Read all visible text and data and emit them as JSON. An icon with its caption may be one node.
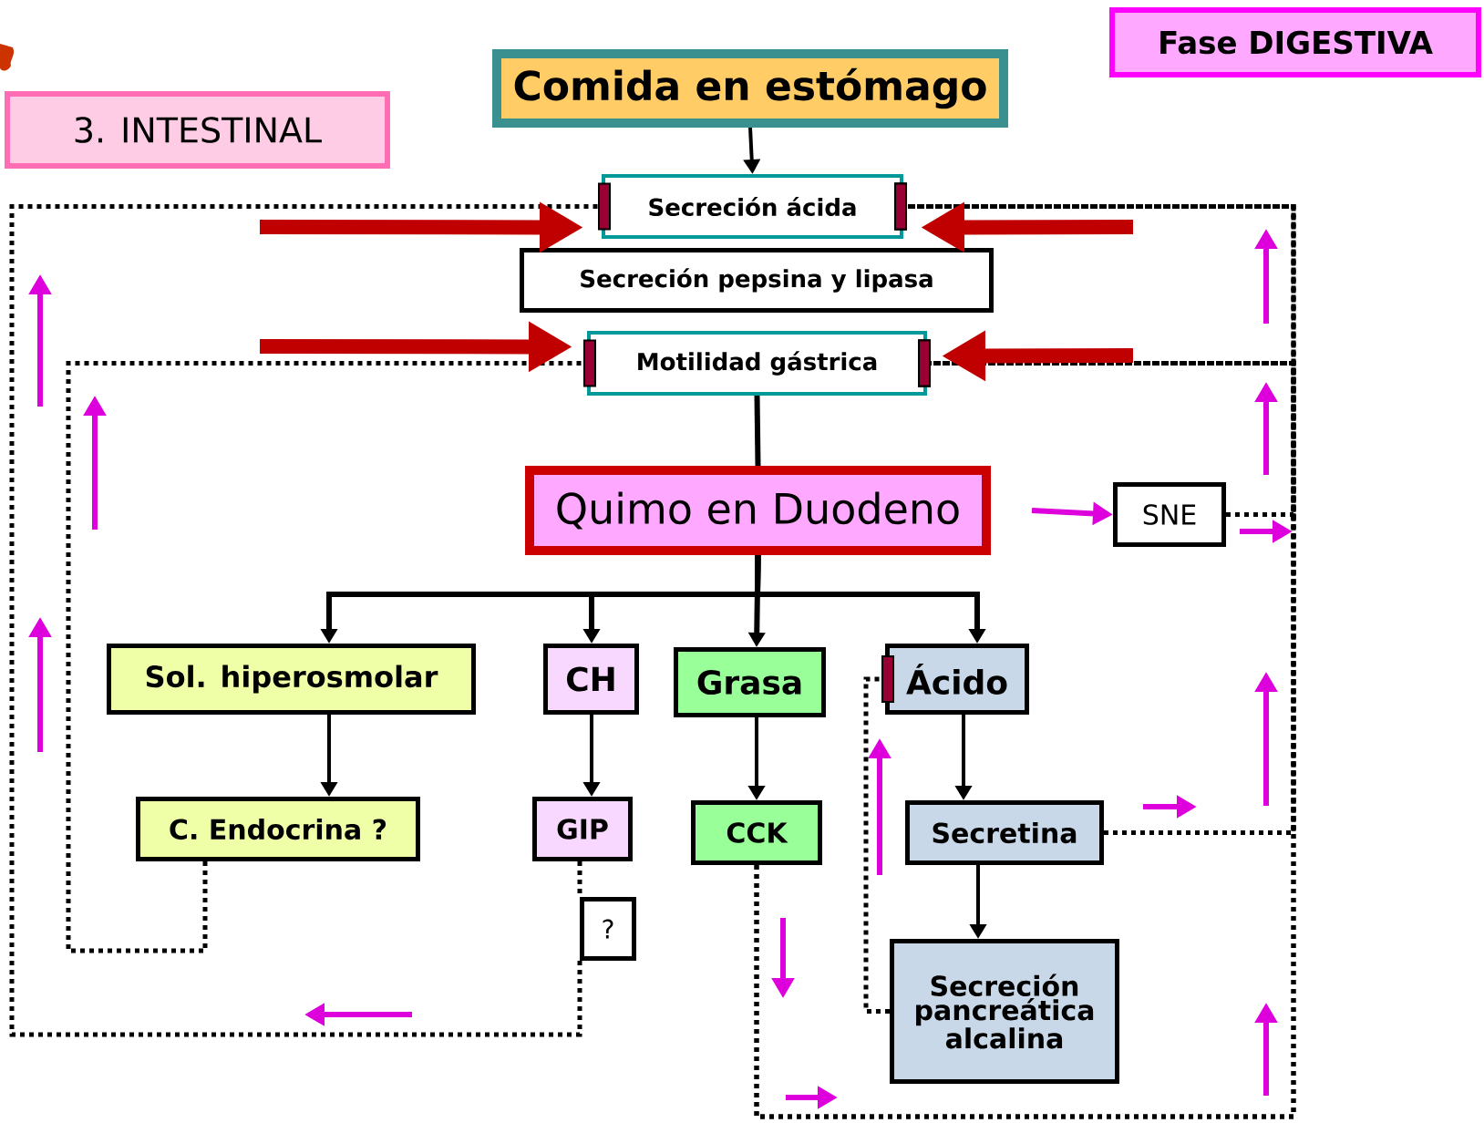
{
  "diagram": {
    "nodes": [
      {
        "text": [
          "3. INTESTINAL"
        ]
      },
      {
        "text": [
          "Fase DIGESTIVA"
        ]
      },
      {
        "text": [
          "Comida en estómago"
        ]
      },
      {
        "text": [
          "Secreción ácida"
        ]
      },
      {
        "text": [
          "Secreción pepsina y lipasa"
        ]
      },
      {
        "text": [
          "Motilidad gástrica"
        ]
      },
      {
        "text": [
          "Quimo en Duodeno"
        ]
      },
      {
        "text": [
          "SNE"
        ]
      },
      {
        "text": [
          "Sol. hiperosmolar"
        ]
      },
      {
        "text": [
          "CH"
        ]
      },
      {
        "text": [
          "Grasa"
        ]
      },
      {
        "text": [
          "Ácido"
        ]
      },
      {
        "text": [
          "C. Endocrina ?"
        ]
      },
      {
        "text": [
          "GIP"
        ]
      },
      {
        "text": [
          "CCK"
        ]
      },
      {
        "text": [
          "Secretina"
        ]
      },
      {
        "text": [
          "?"
        ]
      },
      {
        "text": [
          "Secreción pancreática alcalina"
        ]
      }
    ],
    "edges": [
      {
        "from": 2,
        "to": 3,
        "arrow": "to"
      },
      {
        "from": 5,
        "to": 6,
        "arrow": "none"
      },
      {
        "from": 6,
        "to": 8,
        "arrow": "to"
      },
      {
        "from": 6,
        "to": 9,
        "arrow": "to"
      },
      {
        "from": 6,
        "to": 10,
        "arrow": "to"
      },
      {
        "from": 6,
        "to": 11,
        "arrow": "to"
      },
      {
        "from": 8,
        "to": 12,
        "arrow": "to"
      },
      {
        "from": 9,
        "to": 13,
        "arrow": "to"
      },
      {
        "from": 10,
        "to": 14,
        "arrow": "to"
      },
      {
        "from": 11,
        "to": 15,
        "arrow": "to"
      },
      {
        "from": 15,
        "to": 17,
        "arrow": "to"
      },
      {
        "from": 6,
        "to": 7,
        "arrow": "to",
        "color": "#dd00dd"
      },
      {
        "from": 12,
        "to": 5,
        "arrow": "other",
        "style": "dashed"
      },
      {
        "from": 13,
        "to": 16,
        "arrow": "none",
        "style": "dashed"
      },
      {
        "from": 16,
        "to": 3,
        "arrow": "other",
        "style": "dashed"
      },
      {
        "from": 7,
        "to": 3,
        "arrow": "other",
        "style": "dashed"
      },
      {
        "from": 7,
        "to": 5,
        "arrow": "other",
        "style": "dashed"
      },
      {
        "from": 15,
        "to": 3,
        "arrow": "other",
        "style": "dashed"
      },
      {
        "from": 15,
        "to": 5,
        "arrow": "other",
        "style": "dashed"
      },
      {
        "from": 14,
        "to": 3,
        "arrow": "other",
        "style": "dashed"
      },
      {
        "from": 14,
        "to": 5,
        "arrow": "other",
        "style": "dashed"
      },
      {
        "from": 17,
        "to": 11,
        "arrow": "other",
        "style": "dashed"
      },
      {
        "from": null,
        "to": 3,
        "arrow": "to",
        "style": "thick",
        "color": "#c00000"
      },
      {
        "from": null,
        "to": 3,
        "arrow": "to",
        "style": "thick",
        "color": "#c00000"
      },
      {
        "from": null,
        "to": 5,
        "arrow": "to",
        "style": "thick",
        "color": "#c00000"
      },
      {
        "from": null,
        "to": 5,
        "arrow": "to",
        "style": "thick",
        "color": "#c00000"
      }
    ]
  }
}
